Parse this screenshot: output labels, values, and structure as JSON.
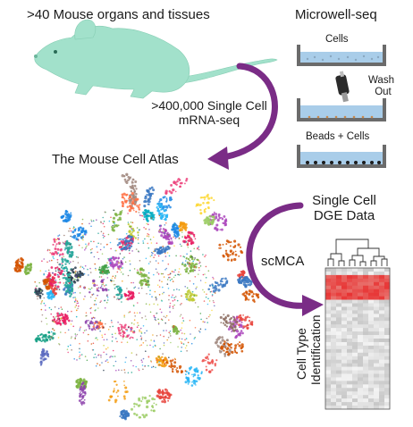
{
  "labels": {
    "organs": ">40 Mouse organs and tissues",
    "microwell": "Microwell-seq",
    "cells": "Cells",
    "wash_line1": "Wash",
    "wash_line2": "Out",
    "beads_cells": "Beads + Cells",
    "single_cell_line1": ">400,000 Single Cell",
    "single_cell_line2": "mRNA-seq",
    "atlas": "The Mouse Cell Atlas",
    "dge_line1": "Single Cell",
    "dge_line2": "DGE Data",
    "scmca": "scMCA",
    "cell_type_line1": "Cell Type",
    "cell_type_line2": "Identification"
  },
  "colors": {
    "mouse": "#9fe0c8",
    "arrow": "#7a2c86",
    "well_fill": "#9ec5e6",
    "well_wall": "#6d6d6d",
    "bead": "#1c1c1c",
    "heatmap_high": "#e8443c"
  },
  "icons": {
    "mouse": "mouse-silhouette-icon",
    "pipette": "pipette-icon"
  }
}
